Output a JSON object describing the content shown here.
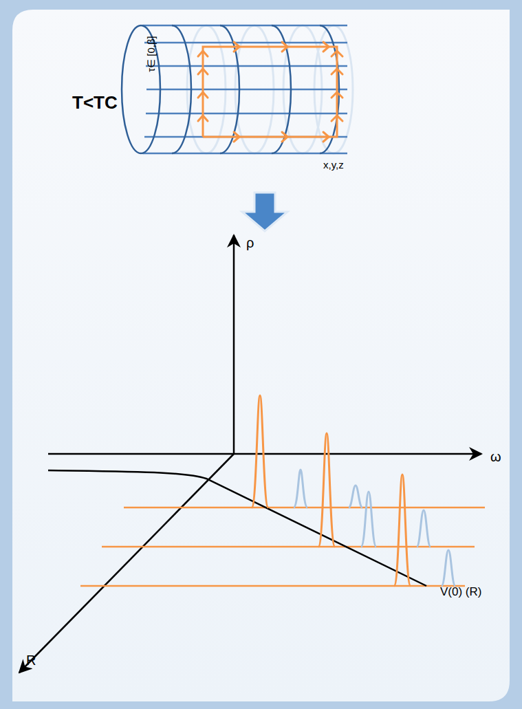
{
  "diagram": {
    "labels": [
      "T<TC",
      "τ∈ [0,β]",
      "x,y,z",
      "ρ",
      "ω",
      "V(0) (R)",
      "R"
    ]
  }
}
